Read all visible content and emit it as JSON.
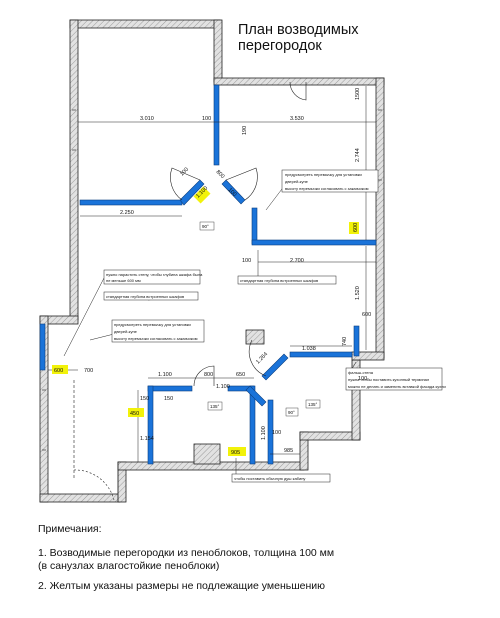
{
  "title": {
    "line1": "План возводимых",
    "line2": "перегородок"
  },
  "dimensions": {
    "d3010": "3.010",
    "d100_top": "100",
    "d3530": "3.530",
    "d1500": "1500",
    "d190": "190",
    "d2744": "2.744",
    "d2250": "2.250",
    "d2700": "2.700",
    "d100_mid": "100",
    "d600_right": "600",
    "d1520": "1.520",
    "d600_right2": "600",
    "d1038": "1.038",
    "d740": "740",
    "d1100_left": "1.100",
    "d800_door": "800",
    "d650": "650",
    "d1100_mid": "1.100",
    "d985": "985",
    "d1264": "1.264",
    "d1100_vert": "1.100",
    "d100_diag_a": "100",
    "d800_diag": "800",
    "d1100_diag": "1.100",
    "d100_diag_b": "100",
    "d150_a": "150",
    "d1154": "1.154",
    "d150_b": "150",
    "d100_c": "100",
    "d100_d": "100",
    "d700": "700",
    "d600_left": "600",
    "d450": "450",
    "d905": "905"
  },
  "angles": {
    "a90": "90°",
    "a135_a": "135°",
    "a90_b": "90°",
    "a135_b": "135°"
  },
  "annotations": {
    "check_lintel_1a": "предусмотреть перемычку для установки",
    "check_lintel_1b": "дверей-купе",
    "check_lintel_1c": "высоту перемычки согласовать с заказчиком",
    "wall_thicken_a": "нужно нарастить стену, чтобы глубина шкафа была",
    "wall_thicken_b": "не меньше 600 мм",
    "std_depth_left": "стандартная глубина встроенных шкафов",
    "std_depth_mid": "стандартная глубина встроенных шкафов",
    "check_lintel_2a": "предусмотреть перемычку для установки",
    "check_lintel_2b": "дверей-купе",
    "check_lintel_2c": "высоту перемычки согласовать с заказчиком",
    "false_wall_a": "фальш-стена",
    "false_wall_b": "нужна чтобы поставить кухонный терминал",
    "false_wall_c": "можно не делать и заменить вставкой фасада кухни",
    "shower_note": "чтобы поставить обычную душ кабину"
  },
  "notes": {
    "heading": "Примечания:",
    "item1_line1": "1. Возводимые перегородки из пеноблоков, толщина 100 мм",
    "item1_line2": " (в санузлах влагостойкие пеноблоки)",
    "item2": "2. Желтым указаны размеры не подлежащие уменьшению"
  },
  "colors": {
    "new_partition": "#1a73d9",
    "highlight": "#f2f20a",
    "wall_fill": "#dcdcdc",
    "wall_line": "#222222"
  }
}
